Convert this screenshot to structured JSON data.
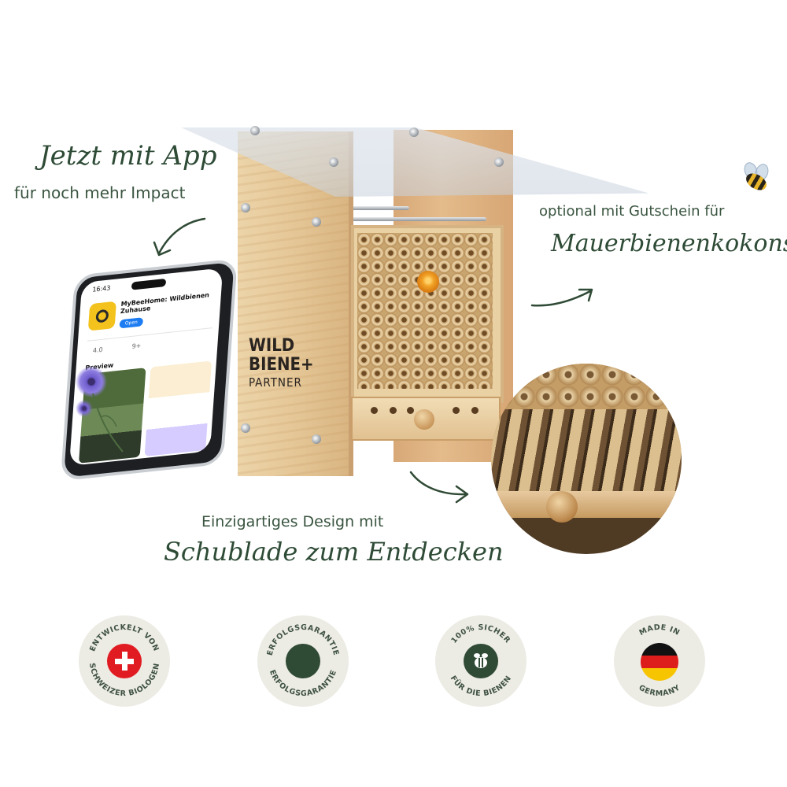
{
  "callouts": {
    "app_headline": "Jetzt mit App",
    "app_sub": "für noch mehr Impact",
    "cocoon_line": "optional mit Gutschein für",
    "cocoon_script": "Mauerbienenkokons",
    "design_line": "Einzigartiges Design mit",
    "design_script": "Schublade zum Entdecken"
  },
  "product": {
    "brand_line1": "WILD",
    "brand_line2": "BIENE+",
    "brand_line3": "PARTNER"
  },
  "phone": {
    "status_time": "16:43",
    "app_name": "MyBeeHome: Wildbienen Zuhause",
    "open_label": "Open",
    "stat_rating": "4.0",
    "stat_age": "9+",
    "preview_label": "Preview"
  },
  "badges": [
    {
      "top": "ENTWICKELT VON",
      "bottom": "SCHWEIZER BIOLOGEN",
      "icon": "swiss-cross-icon"
    },
    {
      "top": "ERFOLGSGARANTIE",
      "bottom": "ERFOLGSGARANTIE",
      "icon": "check-badge-icon"
    },
    {
      "top": "100% SICHER",
      "bottom": "FÜR DIE BIENEN",
      "icon": "bee-icon"
    },
    {
      "top": "MADE IN",
      "bottom": "GERMANY",
      "icon": "german-flag-icon"
    }
  ],
  "colors": {
    "accent_green": "#2f4a35",
    "badge_bg": "#ecebe4",
    "swiss_red": "#e11b22"
  }
}
